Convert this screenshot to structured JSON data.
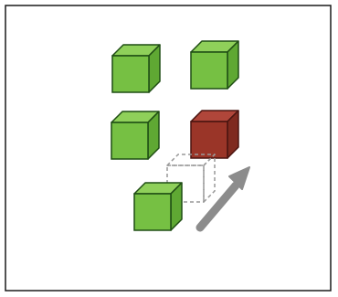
{
  "diagram": {
    "colors": {
      "frame_border": "#1a1a1a",
      "frame_fill": "#ffffff",
      "green_cube_front": "#76c043",
      "green_cube_top": "#8fd05a",
      "green_cube_side": "#5fa833",
      "green_cube_stroke": "#1f4d14",
      "red_cube_front": "#9a3528",
      "red_cube_top": "#b0463a",
      "red_cube_side": "#7f2a1f",
      "red_cube_stroke": "#4a1510",
      "ghost_cube_stroke": "#999999",
      "arrow_fill": "#8c8c8c"
    },
    "cubes": [
      {
        "id": "green-1",
        "kind": "green"
      },
      {
        "id": "green-2",
        "kind": "green"
      },
      {
        "id": "green-3",
        "kind": "green"
      },
      {
        "id": "red-1",
        "kind": "red"
      },
      {
        "id": "green-moving",
        "kind": "green"
      }
    ],
    "ghost_cube": {
      "id": "ghost",
      "style": "dashed"
    },
    "arrow": {
      "direction": "up-right",
      "icon": "arrow-up-right-icon"
    }
  }
}
